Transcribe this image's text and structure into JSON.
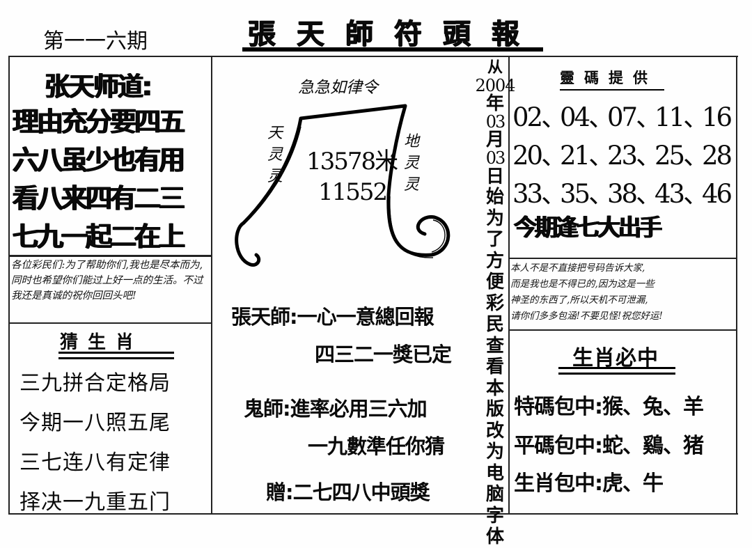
{
  "header": {
    "issue": "第一一六期",
    "masthead": "張天師符頭報"
  },
  "left_box": {
    "heading": "张天师道:",
    "lines": [
      "理由充分要四五",
      "六八虽少也有用",
      "看八来四有二三",
      "七九一起二在上"
    ]
  },
  "left_note": {
    "text": "各位彩民们:为了帮助你们,我也是尽本而为,同时也希望你们能过上好一点的生活。不过我还是真诚的祝你回回头吧!"
  },
  "guess_zodiac": {
    "title": "猜生肖",
    "lines": [
      "三九拼合定格局",
      "今期一八照五尾",
      "三七连八有定律",
      "择决一九重五门"
    ]
  },
  "talisman": {
    "incantation": "急急如律令",
    "left_label": [
      "天",
      "灵",
      "灵"
    ],
    "right_label": [
      "地",
      "灵",
      "灵"
    ],
    "number_1": "13578米",
    "number_2": "11552"
  },
  "center_text": {
    "lines": [
      {
        "label": "張天師:",
        "text": "一心一意總回報"
      },
      {
        "label": "",
        "text": "四三二一獎已定"
      },
      {
        "label": "鬼師:",
        "text": "進率必用三六加"
      },
      {
        "label": "",
        "text": "一九數準任你猜"
      },
      {
        "label": "贈:",
        "text": "二七四八中頭獎"
      }
    ]
  },
  "vertical_strip": {
    "mark": "从",
    "year": "2004",
    "year_char": "年",
    "month": "03",
    "month_char": "月",
    "day": "03",
    "day_char": "日",
    "text": "始为了方便彩民查看本版改为电脑字体"
  },
  "codes_box": {
    "title": "靈碼提供",
    "numbers": [
      [
        "02",
        "04",
        "07",
        "11",
        "16"
      ],
      [
        "20",
        "21",
        "23",
        "25",
        "28"
      ],
      [
        "33",
        "35",
        "38",
        "43",
        "46"
      ]
    ],
    "separator": "、",
    "slogan": "今期逢七大出手"
  },
  "right_note": {
    "lines": [
      "本人不是不直接把号码告诉大家,",
      "而是我也是不得已的,因为这是一些",
      "神圣的东西了,所以天机不可泄漏,",
      "请你们多多包涵!不要见怪!祝您好运!"
    ]
  },
  "must_hit": {
    "title": "生肖必中",
    "rows": [
      {
        "label": "特碼包中",
        "value": "猴、兔、羊"
      },
      {
        "label": "平碼包中",
        "value": "蛇、鷄、猪"
      },
      {
        "label": "生肖包中",
        "value": "虎、牛"
      }
    ],
    "colon": ":"
  },
  "colors": {
    "ink": "#0a0a0a",
    "paper": "#fefefe"
  }
}
